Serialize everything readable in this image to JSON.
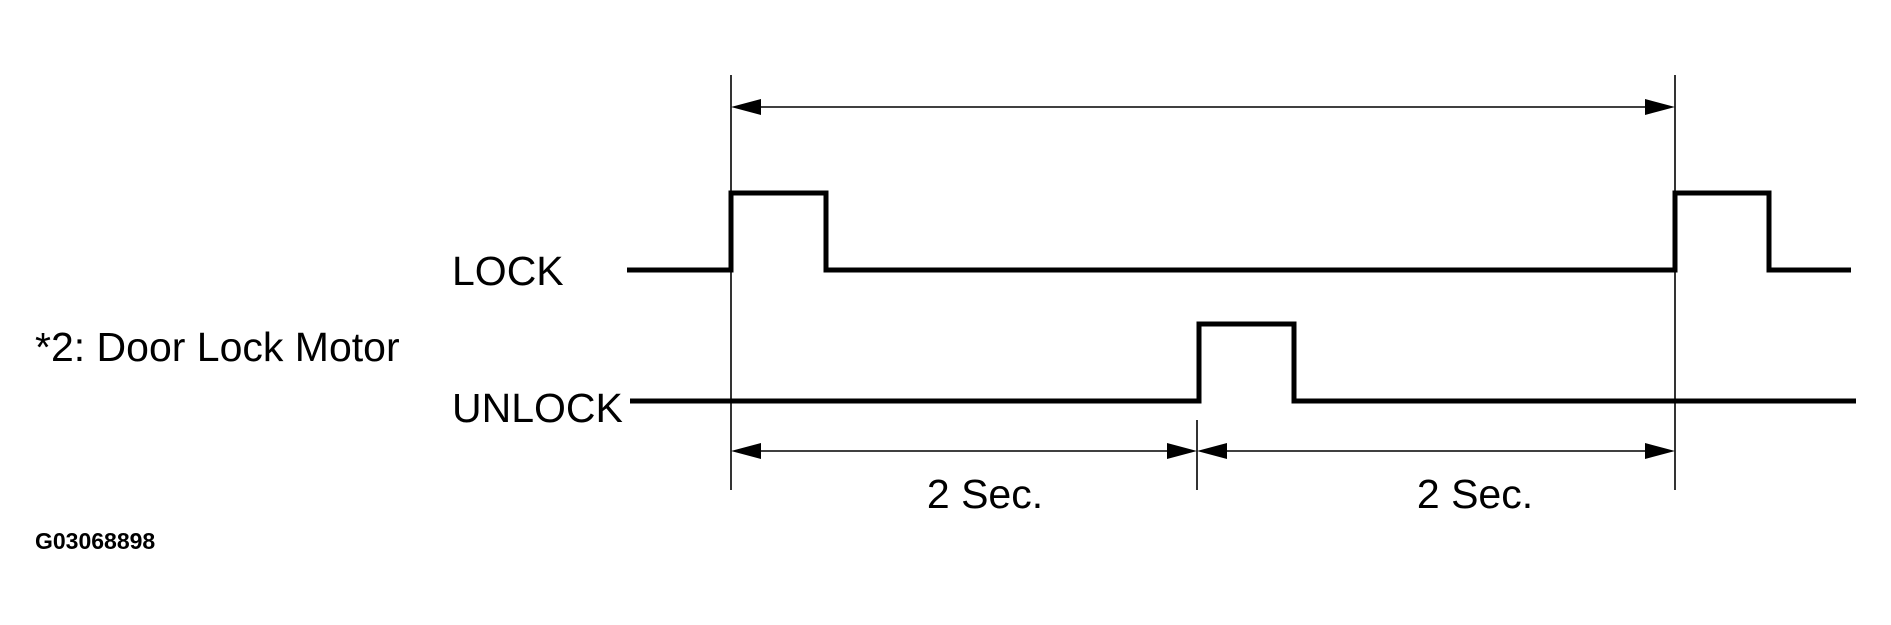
{
  "labels": {
    "lock": "LOCK",
    "unlock": "UNLOCK",
    "motor": "*2: Door Lock Motor",
    "interval_1": "2 Sec.",
    "interval_2": "2 Sec.",
    "figure_code": "G03068898"
  },
  "colors": {
    "line": "#000000",
    "background": "#ffffff"
  }
}
